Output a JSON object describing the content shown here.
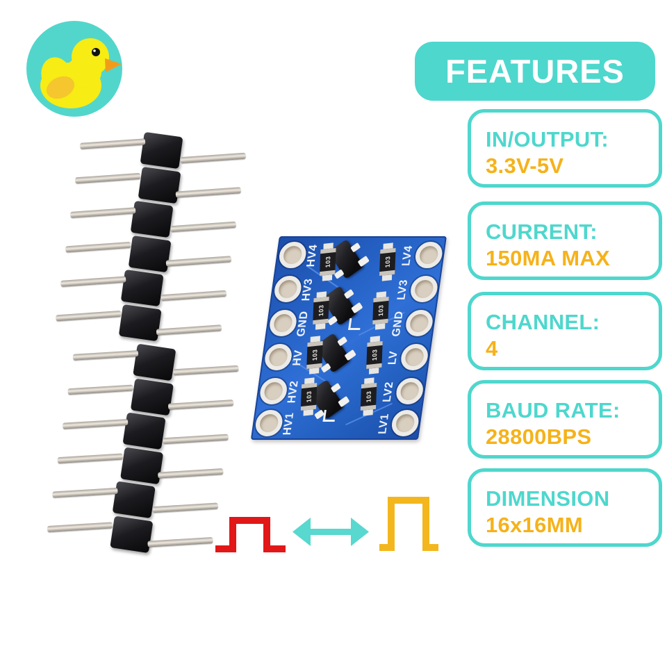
{
  "logo": {
    "alt": "rubber-duck-logo"
  },
  "features": {
    "title": "FEATURES",
    "cards": [
      {
        "label": "IN/OUTPUT:",
        "value": "3.3V-5V"
      },
      {
        "label": "CURRENT:",
        "value": "150MA MAX"
      },
      {
        "label": "CHANNEL:",
        "value": "4"
      },
      {
        "label": "BAUD RATE:",
        "value": "28800BPS"
      },
      {
        "label": "DIMENSION",
        "value": "16x16MM"
      }
    ]
  },
  "pcb": {
    "left_pins": [
      "HV4",
      "HV3",
      "GND",
      "HV",
      "HV2",
      "HV1"
    ],
    "right_pins": [
      "LV4",
      "LV3",
      "GND",
      "LV",
      "LV2",
      "LV1"
    ],
    "resistor_marking": "103"
  },
  "colors": {
    "teal": "#4ed7cd",
    "amber": "#f5b21a",
    "wave_red": "#e21717",
    "wave_yellow": "#f3b71d",
    "pcb_blue": "#2360c6",
    "duck_yellow": "#f7ec13",
    "beak_orange": "#f29b1b"
  }
}
